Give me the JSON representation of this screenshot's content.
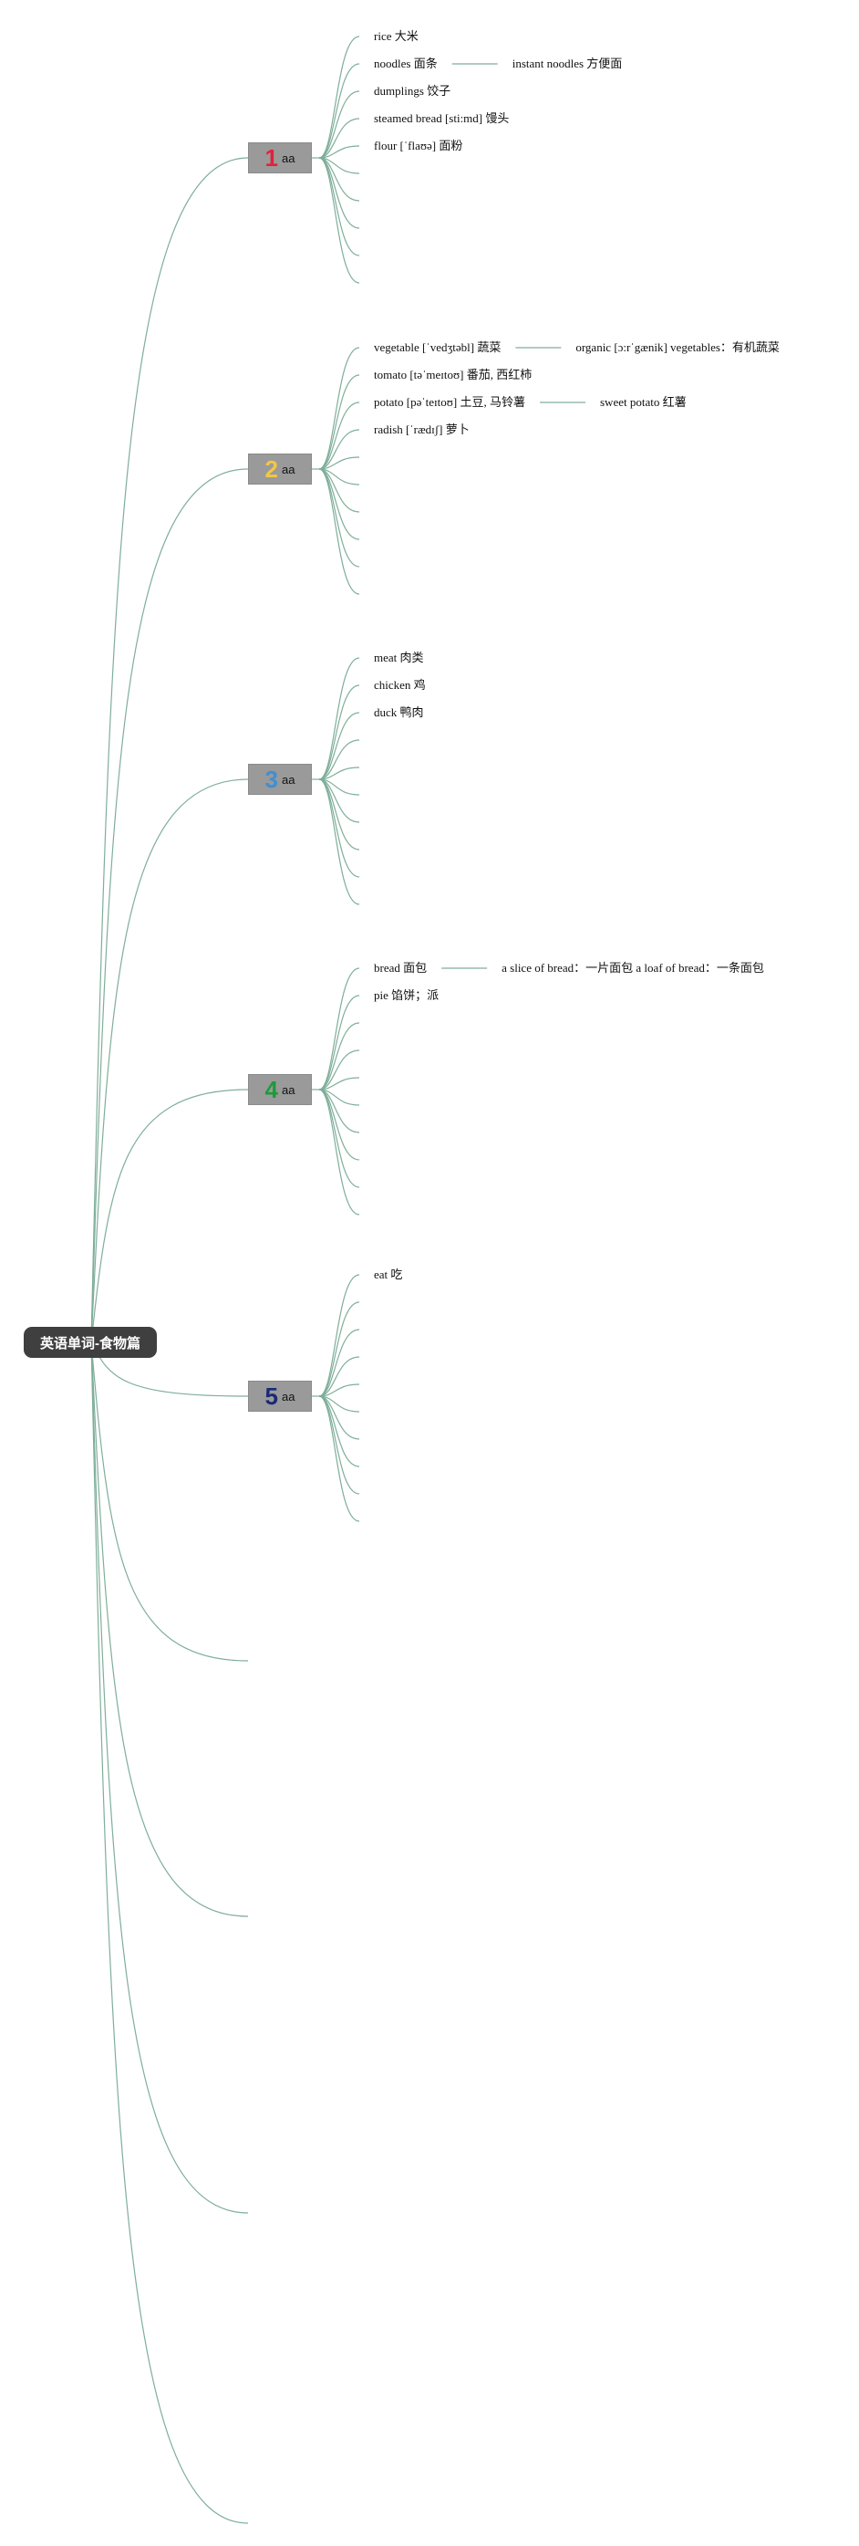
{
  "root": {
    "label": "英语单词-食物篇"
  },
  "line_color": "#7fae9a",
  "branches": [
    {
      "number": "1",
      "number_color": "#e0223c",
      "label": "aa",
      "items": [
        {
          "text": "rice 大米"
        },
        {
          "text": "noodles 面条",
          "child": "instant noodles 方便面"
        },
        {
          "text": "dumplings 饺子"
        },
        {
          "text": "steamed bread [sti:md] 馒头"
        },
        {
          "text": "flour [ˈflaʊə] 面粉"
        }
      ]
    },
    {
      "number": "2",
      "number_color": "#f2c744",
      "label": "aa",
      "items": [
        {
          "text": "vegetable [ˈvedʒtəbl] 蔬菜",
          "child": "organic [ɔ:rˈgænik] vegetables：有机蔬菜"
        },
        {
          "text": "tomato [təˈmeɪtoʊ] 番茄, 西红柿"
        },
        {
          "text": "potato [pəˈteɪtoʊ] 土豆, 马铃薯",
          "child": "sweet potato 红薯"
        },
        {
          "text": "radish [ˈrædɪʃ] 萝卜"
        }
      ]
    },
    {
      "number": "3",
      "number_color": "#3f8fd2",
      "label": "aa",
      "items": [
        {
          "text": "meat 肉类"
        },
        {
          "text": "chicken 鸡"
        },
        {
          "text": "duck 鸭肉"
        }
      ]
    },
    {
      "number": "4",
      "number_color": "#1f9a3a",
      "label": "aa",
      "items": [
        {
          "text": "bread 面包",
          "child": "a slice of bread：一片面包 a loaf of bread：一条面包"
        },
        {
          "text": "pie 馅饼；派"
        }
      ]
    },
    {
      "number": "5",
      "number_color": "#1a2a78",
      "label": "aa",
      "items": [
        {
          "text": "eat 吃"
        }
      ]
    }
  ]
}
